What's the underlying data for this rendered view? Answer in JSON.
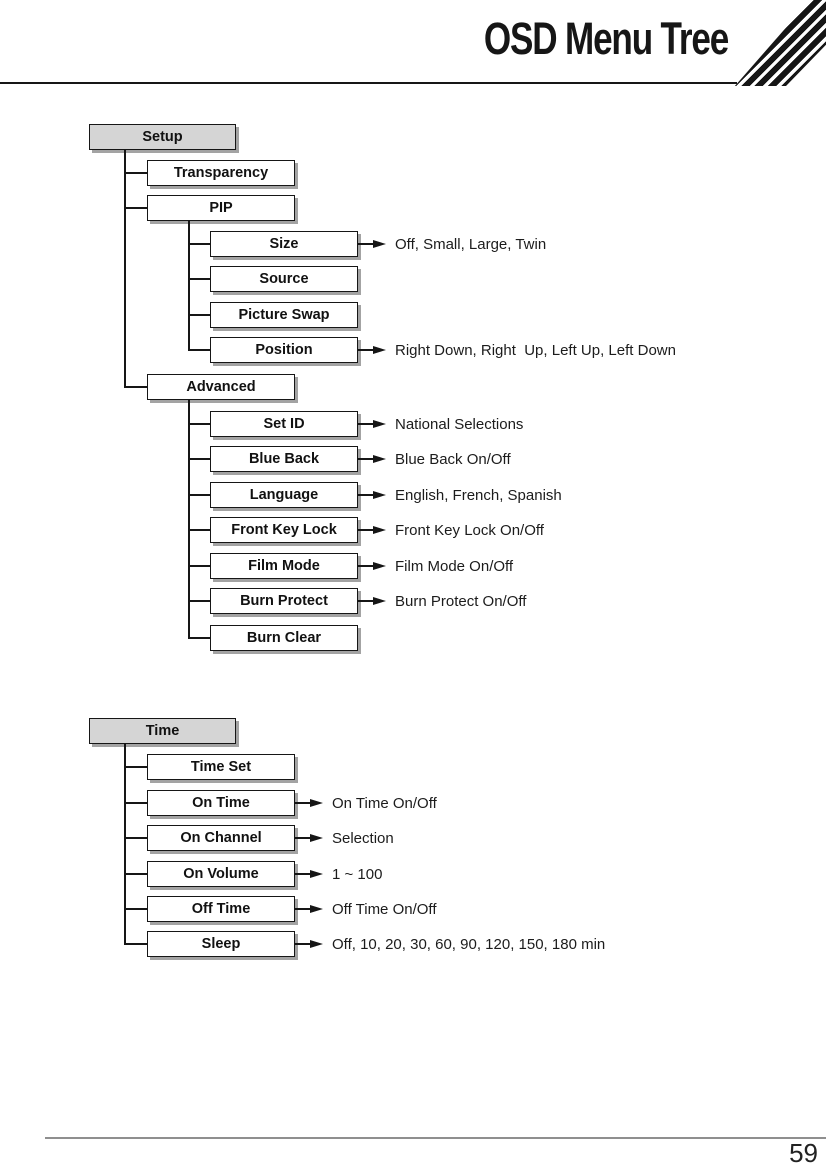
{
  "header": {
    "title": "OSD Menu Tree"
  },
  "setup_tree": {
    "root": "Setup",
    "transparency": "Transparency",
    "pip": "PIP",
    "size": "Size",
    "size_options": "Off, Small, Large, Twin",
    "source": "Source",
    "picture_swap": "Picture Swap",
    "position": "Position",
    "position_options": "Right Down, Right  Up, Left Up, Left Down",
    "advanced": "Advanced",
    "set_id": "Set ID",
    "set_id_options": "National Selections",
    "blue_back": "Blue Back",
    "blue_back_options": "Blue Back On/Off",
    "language": "Language",
    "language_options": "English, French, Spanish",
    "front_key_lock": "Front Key Lock",
    "front_key_lock_options": "Front Key Lock On/Off",
    "film_mode": "Film Mode",
    "film_mode_options": "Film Mode On/Off",
    "burn_protect": "Burn Protect",
    "burn_protect_options": "Burn Protect On/Off",
    "burn_clear": "Burn Clear"
  },
  "time_tree": {
    "root": "Time",
    "time_set": "Time Set",
    "on_time": "On Time",
    "on_time_options": "On Time On/Off",
    "on_channel": "On Channel",
    "on_channel_options": "Selection",
    "on_volume": "On Volume",
    "on_volume_options": "1 ~ 100",
    "off_time": "Off Time",
    "off_time_options": "Off Time On/Off",
    "sleep": "Sleep",
    "sleep_options": "Off, 10, 20, 30, 60, 90, 120, 150, 180 min"
  },
  "footer": {
    "page_number": "59"
  },
  "colors": {
    "root_node_fill": "#d5d5d5",
    "node_fill": "#ffffff",
    "line": "#161616",
    "node_shadow": "#a3a3a3",
    "footer_rule": "#8f8f8f"
  }
}
